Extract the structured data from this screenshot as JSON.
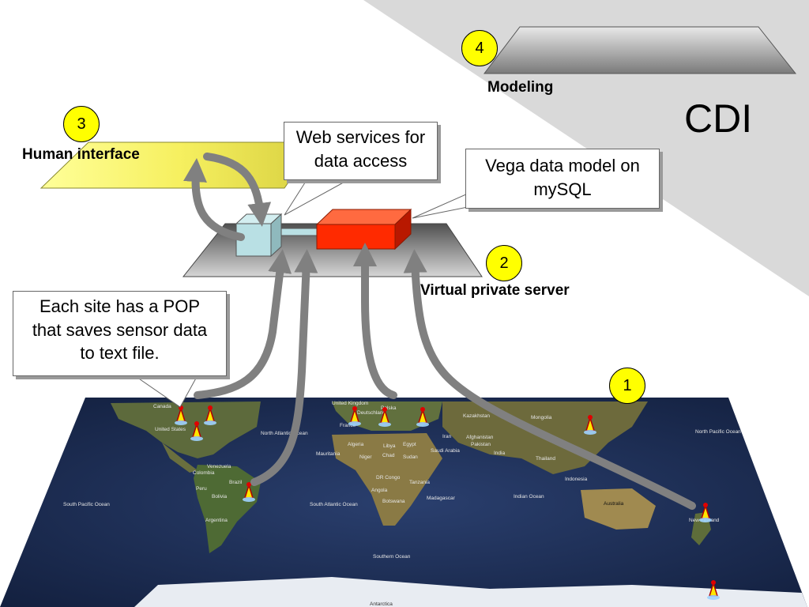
{
  "title": "CDI",
  "badges": [
    "1",
    "2",
    "3",
    "4"
  ],
  "labels": {
    "modeling": "Modeling",
    "human_interface": "Human interface",
    "virtual_private_server": "Virtual private server"
  },
  "callouts": {
    "web_services": "Web services for data access",
    "vega_model": "Vega data model on mySQL",
    "pop": "Each site has a POP that saves sensor data to text file."
  },
  "map_labels": [
    "Canada",
    "United States",
    "North Atlantic Ocean",
    "Mauritania",
    "Algeria",
    "Libya",
    "Egypt",
    "Sudan",
    "Niger",
    "Chad",
    "Brazil",
    "Venezuela",
    "Colombia",
    "Peru",
    "Bolivia",
    "South Pacific Ocean",
    "South Atlantic Ocean",
    "Argentina",
    "DR Congo",
    "Tanzania",
    "Angola",
    "Botswana",
    "Madagascar",
    "Indian Ocean",
    "Southern Ocean",
    "Antarctica",
    "United Kingdom",
    "Deutschland",
    "Polska",
    "France",
    "Kazakhstan",
    "Mongolia",
    "Afghanistan",
    "Pakistan",
    "India",
    "Iran",
    "Saudi Arabia",
    "Thailand",
    "Indonesia",
    "Australia",
    "North Pacific Ocean",
    "New Zealand"
  ],
  "colors": {
    "background": "#ffffff",
    "grey_triangle": "#d9d9d9",
    "modeling_plane": "#b8b8b8",
    "human_plane": "#ffff66",
    "server_plane": "#8c8c8c",
    "server_box": "#ff2a00",
    "web_box": "#b9e0e4",
    "arrow": "#808080",
    "badge": "#ffff00",
    "ocean": "#1c2d55"
  }
}
